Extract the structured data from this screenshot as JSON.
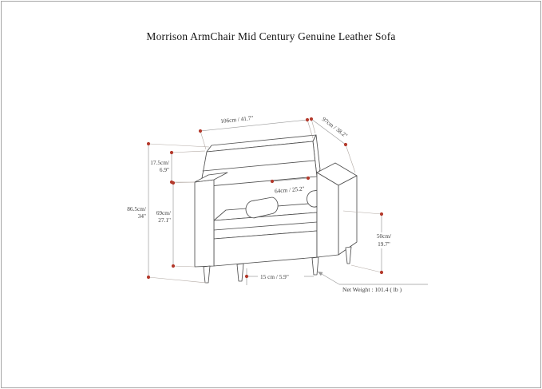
{
  "page": {
    "background": "#ffffff",
    "border_color": "#a6a6a6"
  },
  "header": {
    "title": "Morrison ArmChair Mid Century Genuine Leather Sofa"
  },
  "diagram": {
    "kind": "product-dimension-drawing",
    "product": "Morrison ArmChair",
    "colors": {
      "outline": "#4f4f4f",
      "dimension_line": "#9a9a9a",
      "marker_dot": "#b43a2c",
      "label_text": "#3c3c3c"
    },
    "dimensions": {
      "overall_width": {
        "label": "106cm / 41.7\""
      },
      "overall_depth": {
        "label": "97cm / 38.2\""
      },
      "back_cushion_height": {
        "line1": "17.5cm/",
        "line2": "6.9\""
      },
      "overall_height": {
        "line1": "86.5cm/",
        "line2": "34\""
      },
      "arm_height": {
        "line1": "69cm/",
        "line2": "27.1\""
      },
      "seat_interior_width": {
        "label": "64cm / 25.2\""
      },
      "seat_height": {
        "line1": "50cm/",
        "line2": "19.7\""
      },
      "leg_height": {
        "label": "15 cm / 5.9\""
      }
    },
    "net_weight": {
      "label": "Net Weight : 101.4 ( lb )"
    }
  }
}
